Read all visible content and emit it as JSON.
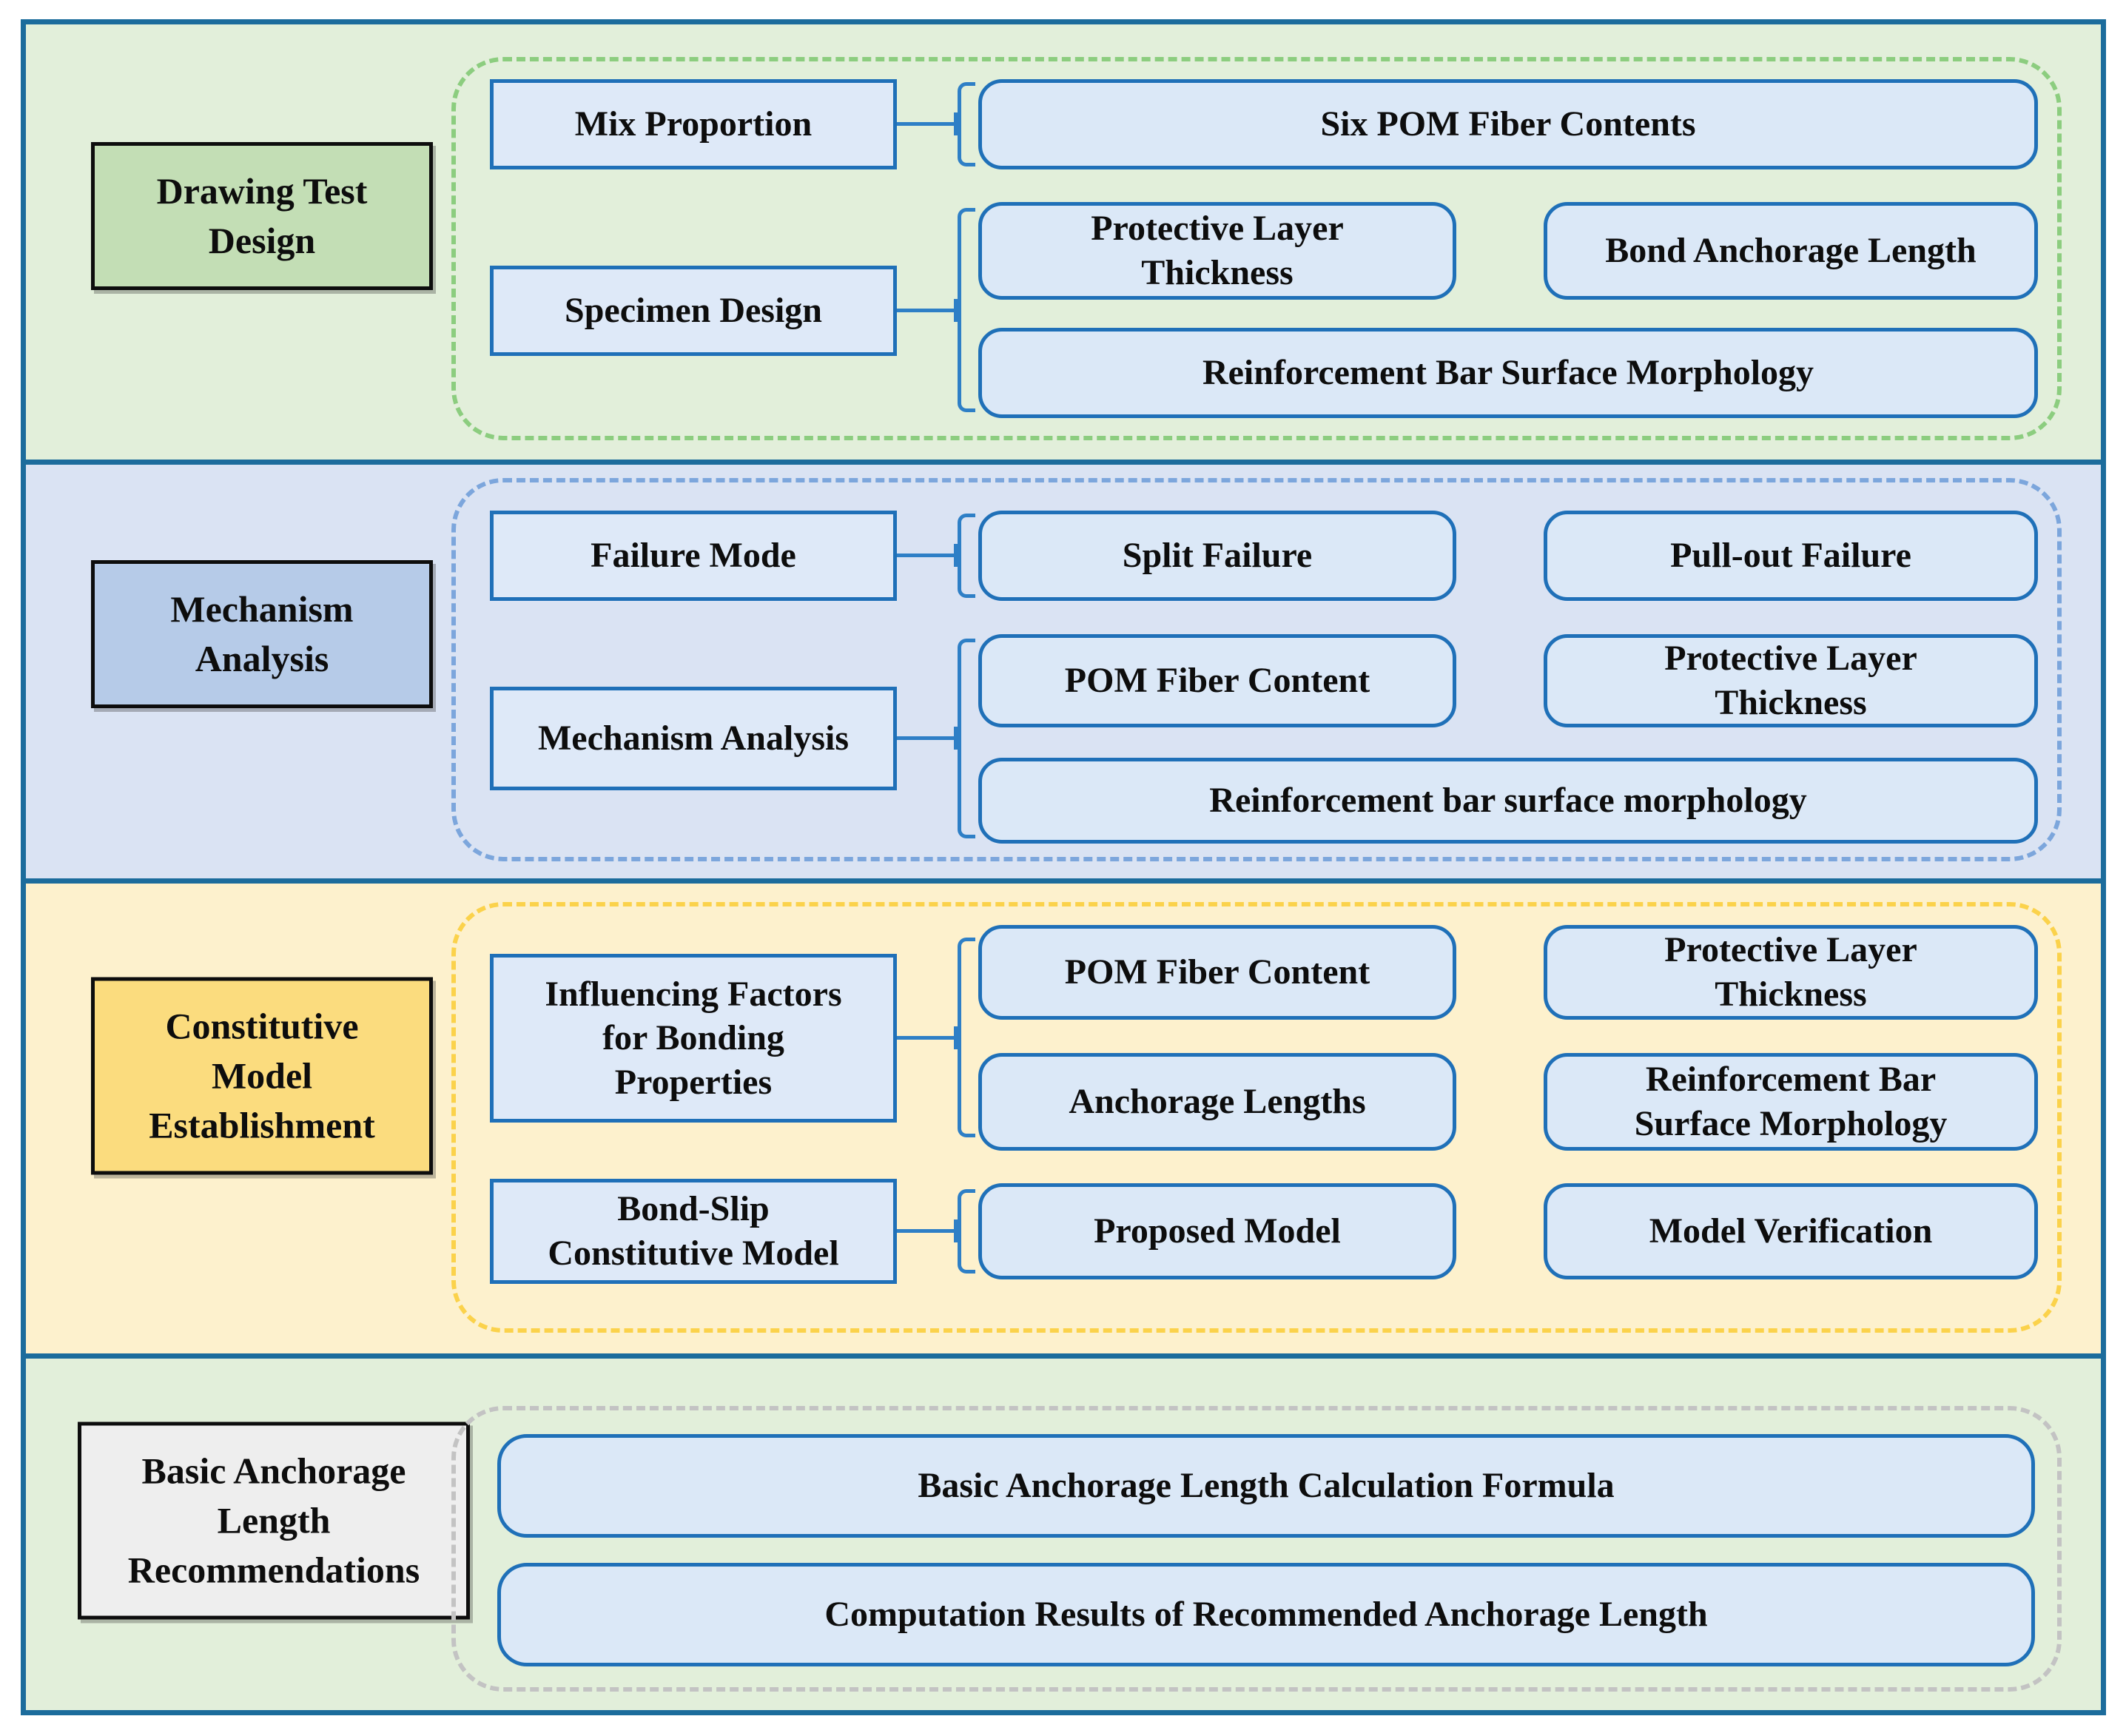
{
  "diagram": {
    "colors": {
      "frame_border": "#1c6c9c",
      "node_fill": "#dbe8f7",
      "node_border": "#1f70b8",
      "connector": "#2e7fc6",
      "text": "#0d0d0d"
    },
    "sections": [
      {
        "label": "Drawing Test\nDesign",
        "band_color": "#e2efda",
        "label_fill": "#c3deb5",
        "dash_color": "#8ccd7f",
        "groups": [
          {
            "source": "Mix Proportion",
            "targets": [
              "Six POM Fiber Contents"
            ]
          },
          {
            "source": "Specimen Design",
            "targets": [
              "Protective Layer\nThickness",
              "Bond Anchorage Length",
              "Reinforcement Bar Surface Morphology"
            ]
          }
        ]
      },
      {
        "label": "Mechanism\nAnalysis",
        "band_color": "#dae3f3",
        "label_fill": "#b6cbe8",
        "dash_color": "#7ca6dc",
        "groups": [
          {
            "source": "Failure Mode",
            "targets": [
              "Split Failure",
              "Pull-out Failure"
            ]
          },
          {
            "source": "Mechanism Analysis",
            "targets": [
              "POM Fiber Content",
              "Protective Layer\nThickness",
              "Reinforcement bar surface morphology"
            ]
          }
        ]
      },
      {
        "label": "Constitutive\nModel\nEstablishment",
        "band_color": "#fdf1cd",
        "label_fill": "#fbdc7e",
        "dash_color": "#fbd24b",
        "groups": [
          {
            "source": "Influencing Factors\nfor Bonding\nProperties",
            "targets": [
              "POM Fiber Content",
              "Protective Layer\nThickness",
              "Anchorage Lengths",
              "Reinforcement Bar\nSurface Morphology"
            ]
          },
          {
            "source": "Bond-Slip\nConstitutive Model",
            "targets": [
              "Proposed Model",
              "Model Verification"
            ]
          }
        ]
      },
      {
        "label": "Basic Anchorage\nLength\nRecommendations",
        "band_color": "#e2efda",
        "label_fill": "#eeeeee",
        "dash_color": "#c3c3c3",
        "items": [
          "Basic Anchorage Length Calculation Formula",
          "Computation Results of Recommended Anchorage Length"
        ]
      }
    ]
  }
}
